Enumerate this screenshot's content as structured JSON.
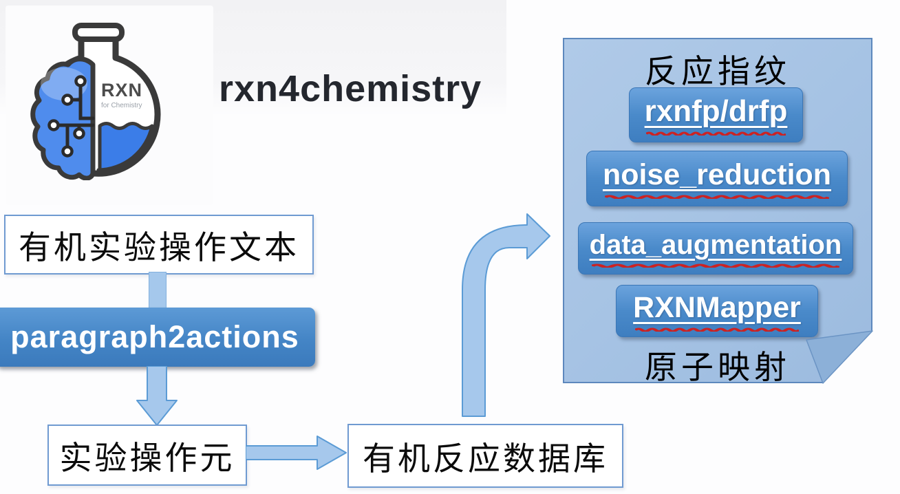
{
  "logo": {
    "text_main": "RXN",
    "text_sub": "for Chemistry"
  },
  "title": "rxn4chemistry",
  "flow": {
    "input_text_box": "有机实验操作文本",
    "tool_box": "paragraph2actions",
    "action_unit_box": "实验操作元",
    "database_box": "有机反应数据库"
  },
  "panel": {
    "title": "反应指纹",
    "buttons": [
      {
        "label": "rxnfp/drfp"
      },
      {
        "label": "noise_reduction"
      },
      {
        "label": "data_augmentation"
      },
      {
        "label": "RXNMapper"
      }
    ],
    "footer": "原子映射"
  },
  "colors": {
    "panel_bg": "#a9c5e5",
    "panel_border": "#5d88bd",
    "button_blue": "#4a8aca",
    "arrow_fill": "#a6c8ec",
    "arrow_stroke": "#5b9bd5",
    "box_border": "#6f9ad1",
    "squiggle_red": "#cc2222",
    "brain_blue": "#4f8ced",
    "title_text": "#24272e"
  }
}
